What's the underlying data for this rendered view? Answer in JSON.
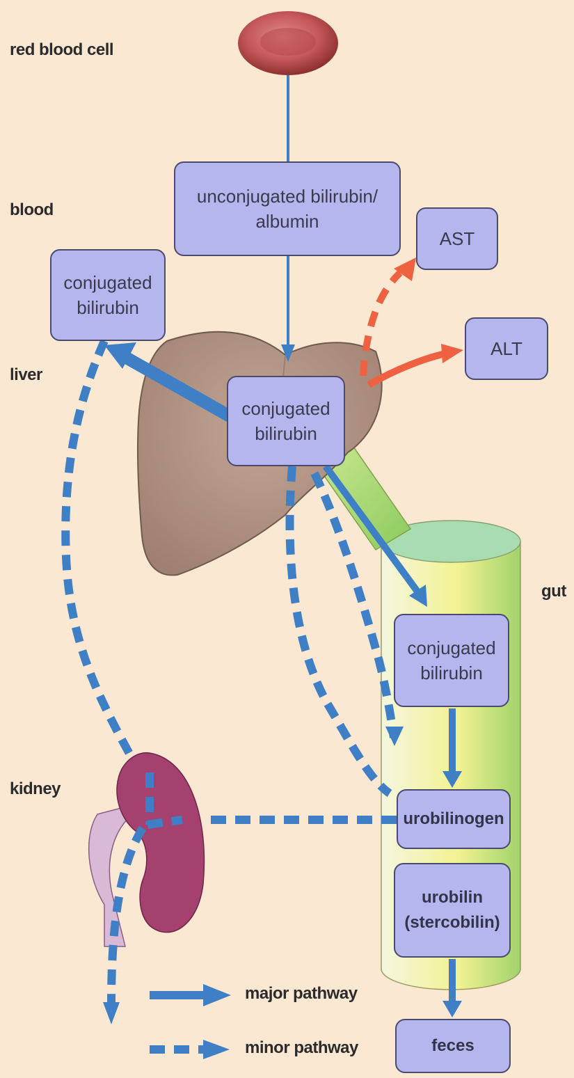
{
  "regions": {
    "red_blood_cell": "red blood cell",
    "blood": "blood",
    "liver": "liver",
    "gut": "gut",
    "kidney": "kidney"
  },
  "boxes": {
    "unconjugated": "unconjugated bilirubin/\nalbumin",
    "ast": "AST",
    "alt": "ALT",
    "conj_blood": "conjugated\nbilirubin",
    "conj_liver": "conjugated\nbilirubin",
    "conj_gut": "conjugated\nbilirubin",
    "urobilinogen": "urobilinogen",
    "urobilin": "urobilin\n(stercobilin)",
    "feces": "feces"
  },
  "legend": {
    "major": "major pathway",
    "minor": "minor pathway"
  },
  "colors": {
    "background": "#fbe8d2",
    "box_fill": "#b6b6ee",
    "box_border": "#4a4a6e",
    "major_arrow": "#3f7fc6",
    "enzyme_arrow": "#ee6242",
    "liver": "#b39585",
    "kidney": "#a4416f",
    "gut": "#d9ec88"
  }
}
